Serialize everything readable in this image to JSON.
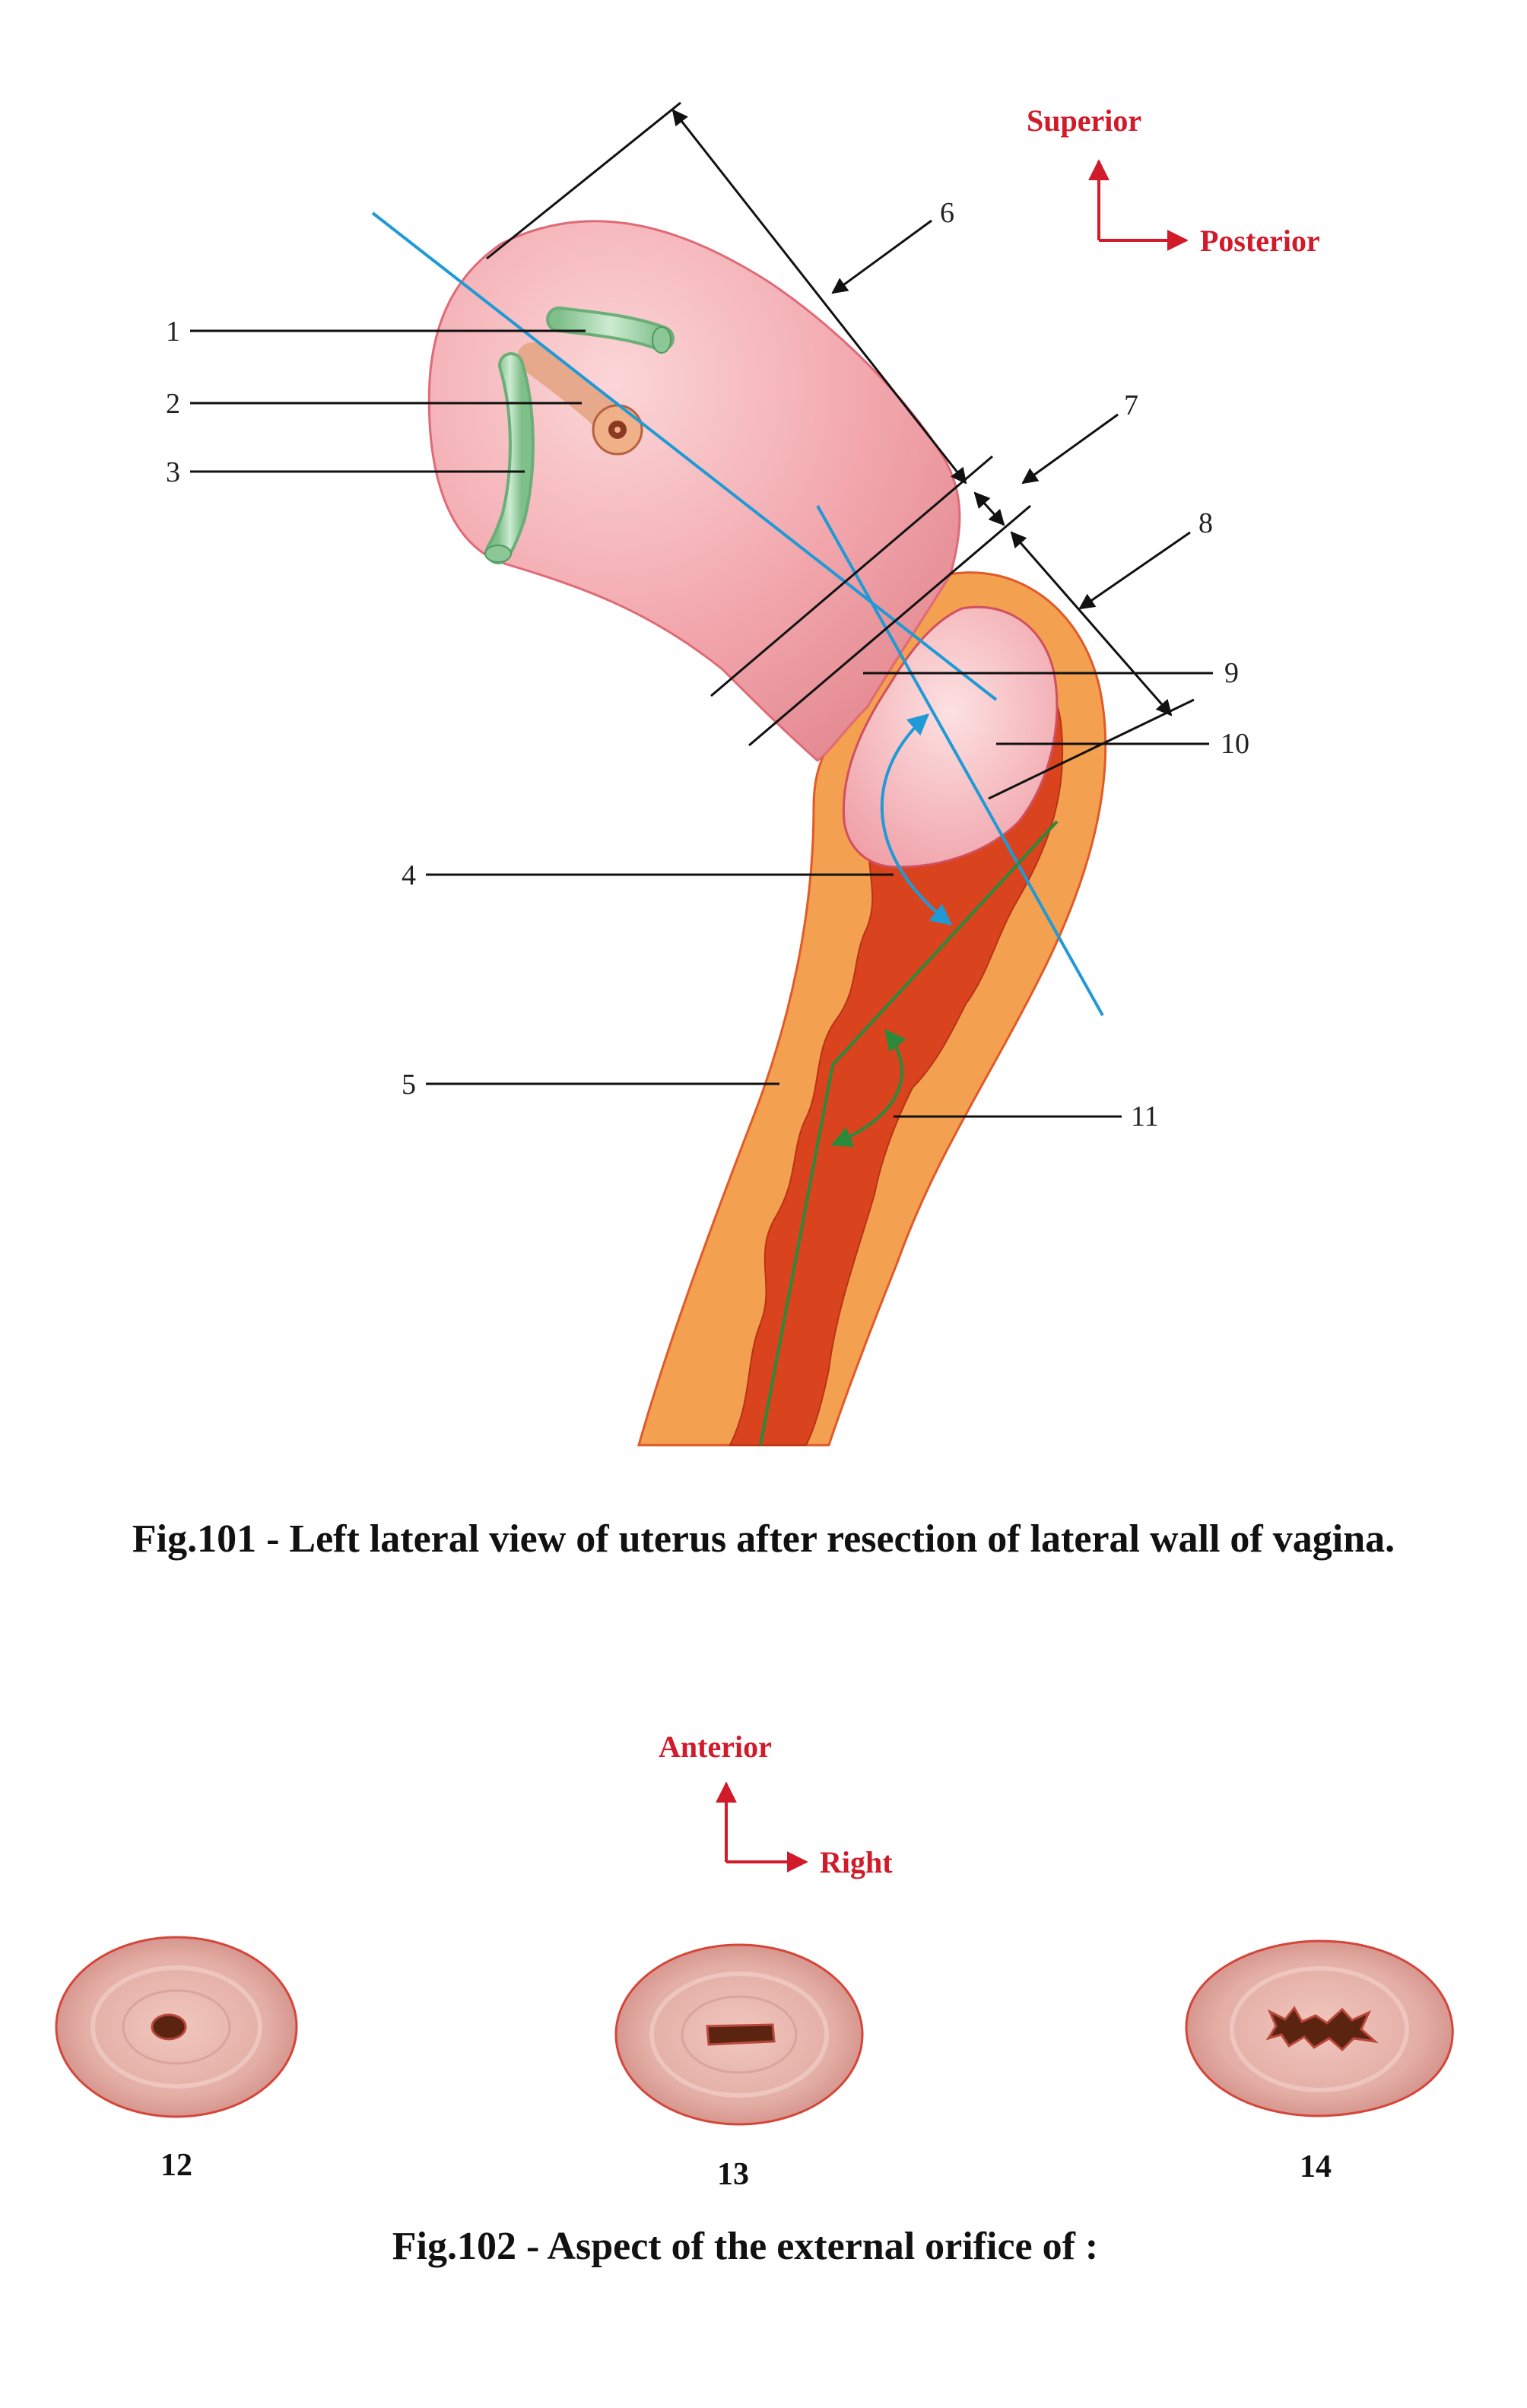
{
  "fig101": {
    "labels": [
      "1",
      "2",
      "3",
      "4",
      "5",
      "6",
      "7",
      "8",
      "9",
      "10",
      "11"
    ],
    "orientation": {
      "up": "Superior",
      "right": "Posterior"
    },
    "caption": "Fig.101 - Left lateral view of uterus after resection of lateral wall of vagina."
  },
  "fig102": {
    "orientation": {
      "up": "Anterior",
      "right": "Right"
    },
    "labels": [
      "12",
      "13",
      "14"
    ],
    "caption": "Fig.102 - Aspect of the external orifice of :"
  },
  "colors": {
    "uterus": "#f2a7ad",
    "vagina_wall": "#f3a050",
    "vagina_lumen": "#d9441e",
    "axis_blue": "#1f9ad6",
    "axis_green": "#2a8a3a",
    "orientation_red": "#d11a2a",
    "ligament_green": "#a8d8b0"
  }
}
